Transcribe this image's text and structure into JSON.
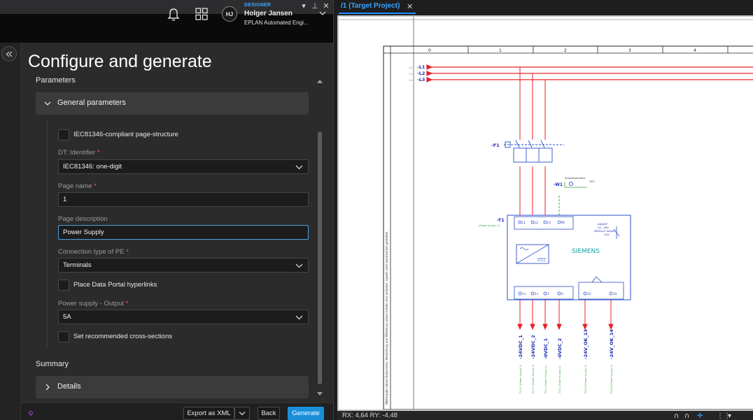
{
  "window": {
    "dropdown_glyph": "▾",
    "pin_glyph": "⊥",
    "close_glyph": "✕"
  },
  "user": {
    "role": "DESIGNER",
    "initials": "HJ",
    "name": "Holger Jansen",
    "company": "EPLAN Automated Engi..."
  },
  "page": {
    "title": "Configure and generate",
    "parameters_label": "Parameters",
    "summary_label": "Summary"
  },
  "general": {
    "label": "General parameters",
    "page_structure_label": "IEC81346-compliant page-structure",
    "dt_label": "DT: Identifier",
    "dt_value": "IEC81346: one-digit",
    "page_name_label": "Page name",
    "page_name_value": "1",
    "page_desc_label": "Page description",
    "page_desc_value": "Power Supply",
    "pe_label": "Connection type of PE",
    "pe_value": "Terminals",
    "hyperlinks_label": "Place Data Portal hyperlinks",
    "psu_label": "Power supply - Output",
    "psu_value": "5A",
    "cross_label": "Set recommended cross-sections",
    "required_mark": "*"
  },
  "details": {
    "label": "Details"
  },
  "footer": {
    "export_label": "Export as XML",
    "back_label": "Back",
    "generate_label": "Generate"
  },
  "editor": {
    "tab_label": "/1 (Target Project)",
    "tab_close": "✕",
    "coords": "RX: 4,64 RY: -4,48"
  },
  "schematic": {
    "columns": [
      "0",
      "1",
      "2",
      "3",
      "4"
    ],
    "phases": [
      "-L1",
      "-L2",
      "-L3"
    ],
    "phase_refs": [
      "1.4",
      "1.4",
      "1.4"
    ],
    "breaker": "-F1",
    "cable": "-W1",
    "cable_desc": "Suppressorname",
    "pe_ref": "-PE7",
    "device": "-T1",
    "device_desc": "(Power Supply 1)",
    "brand": "SIEMENS",
    "adjust_text": [
      "ADJUST",
      "24...28V",
      "DEFAULT VALUE",
      "24V"
    ],
    "input_terminals": [
      "L1",
      "L2",
      "L3",
      "PE"
    ],
    "output_terminals": [
      "1+",
      "2+",
      "1-",
      "2-",
      "13",
      "14"
    ],
    "outputs": [
      "-24VDC_1",
      "-24VDC_2",
      "-0VDC_1",
      "-0VDC_2",
      "-24V_OK_13",
      "-24V_OK_14"
    ],
    "output_descs": [
      "-T1:1+ (Power Supply 1)",
      "-T1:2+ (Power Supply 1)",
      "-T1:1- (Power Supply 1)",
      "-T1:2- (Power Supply 1)",
      "-T1:13 (Power Supply 1)",
      "-T1:14 (Power Supply 1)"
    ],
    "side_note": "Weitergabe dieses Dokuments, Verwertung und Mitteilung seines Inhalts sind verboten, soweit nicht ausdrücklich gestattet.",
    "colors": {
      "power": "#e8202a",
      "frame": "#2a4fc8",
      "pe": "#3aa83a",
      "label": "#1d2db0"
    }
  }
}
